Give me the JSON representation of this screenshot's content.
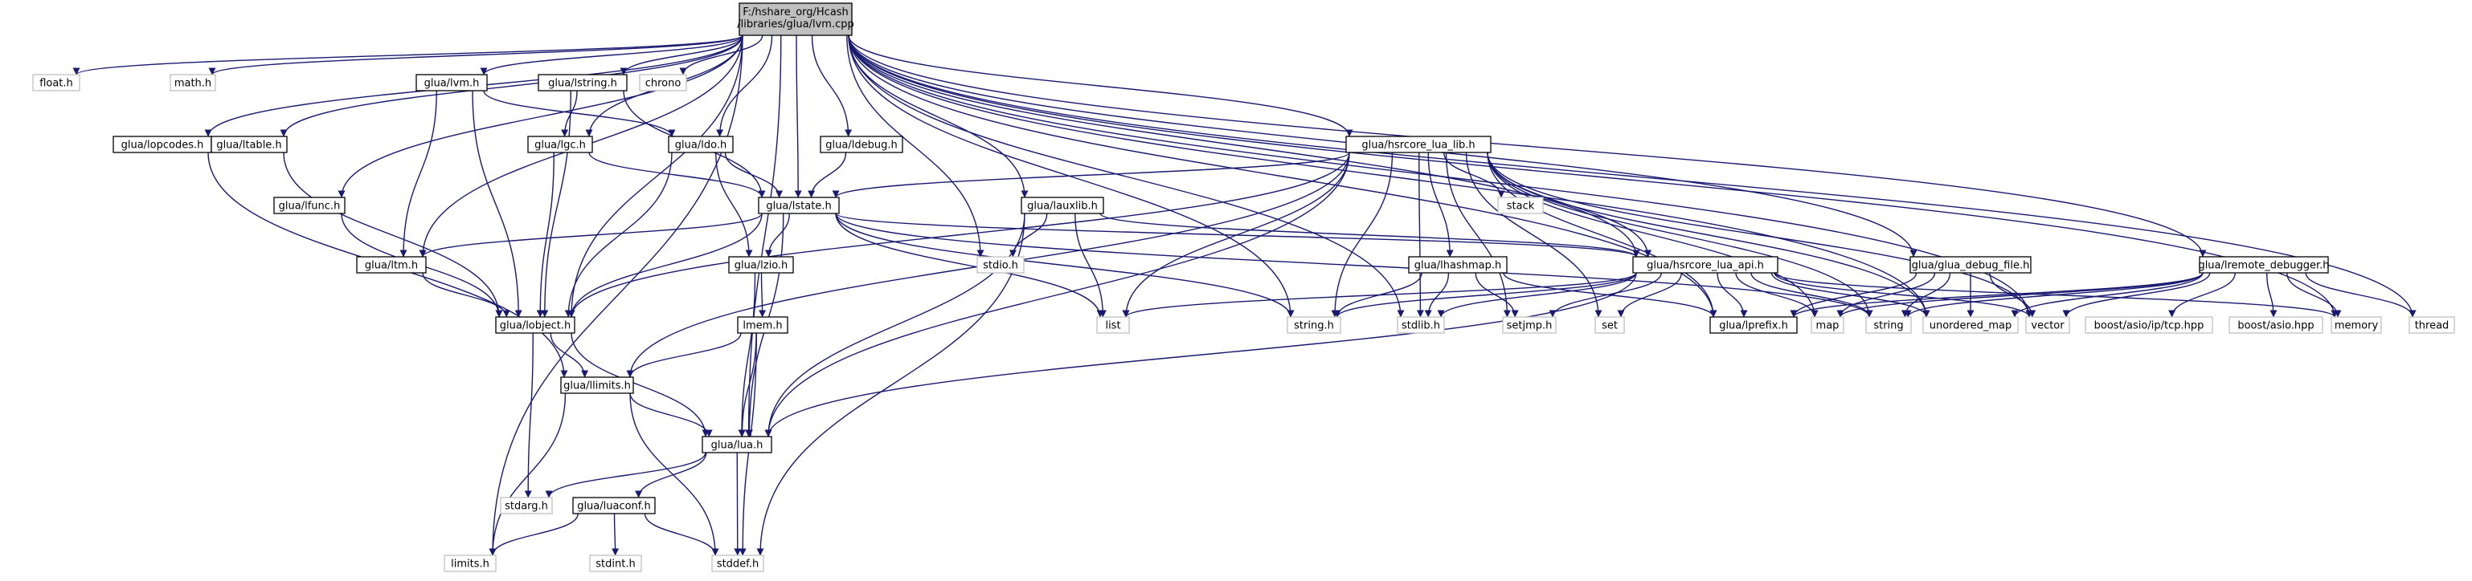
{
  "colors": {
    "edge": "#191970",
    "main_fill": "#bfbfbf",
    "box_border": "#000000",
    "external_border": "#bfbfbf"
  },
  "graph": {
    "nodes": [
      {
        "id": "lvm_cpp",
        "label": "F:/hshare_org/Hcash/libraries/glua/lvm.cpp",
        "kind": "main"
      },
      {
        "id": "float_h",
        "label": "float.h",
        "kind": "external"
      },
      {
        "id": "math_h",
        "label": "math.h",
        "kind": "external"
      },
      {
        "id": "lvm_h",
        "label": "glua/lvm.h",
        "kind": "internal"
      },
      {
        "id": "lstring_h",
        "label": "glua/lstring.h",
        "kind": "internal"
      },
      {
        "id": "chrono",
        "label": "chrono",
        "kind": "external"
      },
      {
        "id": "lopcodes_h",
        "label": "glua/lopcodes.h",
        "kind": "internal"
      },
      {
        "id": "ltable_h",
        "label": "glua/ltable.h",
        "kind": "internal"
      },
      {
        "id": "lgc_h",
        "label": "glua/lgc.h",
        "kind": "internal"
      },
      {
        "id": "ldo_h",
        "label": "glua/ldo.h",
        "kind": "internal"
      },
      {
        "id": "ldebug_h",
        "label": "glua/ldebug.h",
        "kind": "internal"
      },
      {
        "id": "hsrcore_lua_lib_h",
        "label": "glua/hsrcore_lua_lib.h",
        "kind": "internal"
      },
      {
        "id": "lfunc_h",
        "label": "glua/lfunc.h",
        "kind": "internal"
      },
      {
        "id": "lstate_h",
        "label": "glua/lstate.h",
        "kind": "internal"
      },
      {
        "id": "lauxlib_h",
        "label": "glua/lauxlib.h",
        "kind": "internal"
      },
      {
        "id": "stack",
        "label": "stack",
        "kind": "external"
      },
      {
        "id": "ltm_h",
        "label": "glua/ltm.h",
        "kind": "internal"
      },
      {
        "id": "lzio_h",
        "label": "glua/lzio.h",
        "kind": "internal"
      },
      {
        "id": "stdio_h",
        "label": "stdio.h",
        "kind": "external"
      },
      {
        "id": "lhashmap_h",
        "label": "glua/lhashmap.h",
        "kind": "internal"
      },
      {
        "id": "hsrcore_lua_api_h",
        "label": "glua/hsrcore_lua_api.h",
        "kind": "internal"
      },
      {
        "id": "glua_debug_file_h",
        "label": "glua/glua_debug_file.h",
        "kind": "internal"
      },
      {
        "id": "lremote_debugger_h",
        "label": "glua/lremote_debugger.h",
        "kind": "internal"
      },
      {
        "id": "lobject_h",
        "label": "glua/lobject.h",
        "kind": "internal"
      },
      {
        "id": "lmem_h",
        "label": "lmem.h",
        "kind": "internal"
      },
      {
        "id": "list",
        "label": "list",
        "kind": "external"
      },
      {
        "id": "string_h",
        "label": "string.h",
        "kind": "external"
      },
      {
        "id": "stdlib_h",
        "label": "stdlib.h",
        "kind": "external"
      },
      {
        "id": "setjmp_h",
        "label": "setjmp.h",
        "kind": "external"
      },
      {
        "id": "set",
        "label": "set",
        "kind": "external"
      },
      {
        "id": "lprefix_h",
        "label": "glua/lprefix.h",
        "kind": "internal"
      },
      {
        "id": "map",
        "label": "map",
        "kind": "external"
      },
      {
        "id": "string",
        "label": "string",
        "kind": "external"
      },
      {
        "id": "unordered_map",
        "label": "unordered_map",
        "kind": "external"
      },
      {
        "id": "vector",
        "label": "vector",
        "kind": "external"
      },
      {
        "id": "tcp_hpp",
        "label": "boost/asio/ip/tcp.hpp",
        "kind": "external"
      },
      {
        "id": "asio_hpp",
        "label": "boost/asio.hpp",
        "kind": "external"
      },
      {
        "id": "memory",
        "label": "memory",
        "kind": "external"
      },
      {
        "id": "thread",
        "label": "thread",
        "kind": "external"
      },
      {
        "id": "llimits_h",
        "label": "glua/llimits.h",
        "kind": "internal"
      },
      {
        "id": "lua_h",
        "label": "glua/lua.h",
        "kind": "internal"
      },
      {
        "id": "stdarg_h",
        "label": "stdarg.h",
        "kind": "external"
      },
      {
        "id": "luaconf_h",
        "label": "glua/luaconf.h",
        "kind": "internal"
      },
      {
        "id": "limits_h",
        "label": "limits.h",
        "kind": "external"
      },
      {
        "id": "stdint_h",
        "label": "stdint.h",
        "kind": "external"
      },
      {
        "id": "stddef_h",
        "label": "stddef.h",
        "kind": "external"
      }
    ],
    "edges": [
      [
        "lvm_cpp",
        "float_h"
      ],
      [
        "lvm_cpp",
        "math_h"
      ],
      [
        "lvm_cpp",
        "lvm_h"
      ],
      [
        "lvm_cpp",
        "lstring_h"
      ],
      [
        "lvm_cpp",
        "chrono"
      ],
      [
        "lvm_cpp",
        "lopcodes_h"
      ],
      [
        "lvm_cpp",
        "ltable_h"
      ],
      [
        "lvm_cpp",
        "lgc_h"
      ],
      [
        "lvm_cpp",
        "ldo_h"
      ],
      [
        "lvm_cpp",
        "ldebug_h"
      ],
      [
        "lvm_cpp",
        "hsrcore_lua_lib_h"
      ],
      [
        "lvm_cpp",
        "lfunc_h"
      ],
      [
        "lvm_cpp",
        "lstate_h"
      ],
      [
        "lvm_cpp",
        "lauxlib_h"
      ],
      [
        "lvm_cpp",
        "ltm_h"
      ],
      [
        "lvm_cpp",
        "stdio_h"
      ],
      [
        "lvm_cpp",
        "hsrcore_lua_api_h"
      ],
      [
        "lvm_cpp",
        "glua_debug_file_h"
      ],
      [
        "lvm_cpp",
        "lremote_debugger_h"
      ],
      [
        "lvm_cpp",
        "lobject_h"
      ],
      [
        "lvm_cpp",
        "string_h"
      ],
      [
        "lvm_cpp",
        "stdlib_h"
      ],
      [
        "lvm_cpp",
        "lprefix_h"
      ],
      [
        "lvm_cpp",
        "unordered_map"
      ],
      [
        "lvm_cpp",
        "vector"
      ],
      [
        "lvm_cpp",
        "memory"
      ],
      [
        "lvm_cpp",
        "thread"
      ],
      [
        "lvm_cpp",
        "lua_h"
      ],
      [
        "lvm_cpp",
        "limits_h"
      ],
      [
        "lvm_h",
        "ldo_h"
      ],
      [
        "lvm_h",
        "ltm_h"
      ],
      [
        "lvm_h",
        "lobject_h"
      ],
      [
        "lstring_h",
        "lgc_h"
      ],
      [
        "lstring_h",
        "lstate_h"
      ],
      [
        "lstring_h",
        "lobject_h"
      ],
      [
        "lopcodes_h",
        "llimits_h"
      ],
      [
        "ltable_h",
        "lobject_h"
      ],
      [
        "lgc_h",
        "lstate_h"
      ],
      [
        "lgc_h",
        "lobject_h"
      ],
      [
        "ldo_h",
        "lstate_h"
      ],
      [
        "ldo_h",
        "lzio_h"
      ],
      [
        "ldo_h",
        "lobject_h"
      ],
      [
        "ldebug_h",
        "lstate_h"
      ],
      [
        "lfunc_h",
        "lobject_h"
      ],
      [
        "hsrcore_lua_lib_h",
        "lstate_h"
      ],
      [
        "hsrcore_lua_lib_h",
        "stack"
      ],
      [
        "hsrcore_lua_lib_h",
        "lhashmap_h"
      ],
      [
        "hsrcore_lua_lib_h",
        "hsrcore_lua_api_h"
      ],
      [
        "hsrcore_lua_lib_h",
        "lobject_h"
      ],
      [
        "hsrcore_lua_lib_h",
        "llimits_h"
      ],
      [
        "hsrcore_lua_lib_h",
        "list"
      ],
      [
        "hsrcore_lua_lib_h",
        "string_h"
      ],
      [
        "hsrcore_lua_lib_h",
        "stdlib_h"
      ],
      [
        "hsrcore_lua_lib_h",
        "setjmp_h"
      ],
      [
        "hsrcore_lua_lib_h",
        "set"
      ],
      [
        "hsrcore_lua_lib_h",
        "lprefix_h"
      ],
      [
        "hsrcore_lua_lib_h",
        "map"
      ],
      [
        "hsrcore_lua_lib_h",
        "string"
      ],
      [
        "hsrcore_lua_lib_h",
        "vector"
      ],
      [
        "hsrcore_lua_lib_h",
        "lua_h"
      ],
      [
        "hsrcore_lua_lib_h",
        "unordered_map"
      ],
      [
        "lstate_h",
        "ltm_h"
      ],
      [
        "lstate_h",
        "lzio_h"
      ],
      [
        "lstate_h",
        "lobject_h"
      ],
      [
        "lstate_h",
        "list"
      ],
      [
        "lstate_h",
        "string_h"
      ],
      [
        "lstate_h",
        "hsrcore_lua_api_h"
      ],
      [
        "lstate_h",
        "string"
      ],
      [
        "lstate_h",
        "lua_h"
      ],
      [
        "lauxlib_h",
        "stdio_h"
      ],
      [
        "lauxlib_h",
        "list"
      ],
      [
        "lauxlib_h",
        "hsrcore_lua_api_h"
      ],
      [
        "lauxlib_h",
        "lua_h"
      ],
      [
        "lauxlib_h",
        "stddef_h"
      ],
      [
        "ltm_h",
        "lobject_h"
      ],
      [
        "lzio_h",
        "lmem_h"
      ],
      [
        "lzio_h",
        "lua_h"
      ],
      [
        "lhashmap_h",
        "string_h"
      ],
      [
        "lhashmap_h",
        "stdlib_h"
      ],
      [
        "lhashmap_h",
        "setjmp_h"
      ],
      [
        "lhashmap_h",
        "lprefix_h"
      ],
      [
        "hsrcore_lua_api_h",
        "list"
      ],
      [
        "hsrcore_lua_api_h",
        "string_h"
      ],
      [
        "hsrcore_lua_api_h",
        "stdlib_h"
      ],
      [
        "hsrcore_lua_api_h",
        "setjmp_h"
      ],
      [
        "hsrcore_lua_api_h",
        "set"
      ],
      [
        "hsrcore_lua_api_h",
        "lprefix_h"
      ],
      [
        "hsrcore_lua_api_h",
        "map"
      ],
      [
        "hsrcore_lua_api_h",
        "string"
      ],
      [
        "hsrcore_lua_api_h",
        "unordered_map"
      ],
      [
        "hsrcore_lua_api_h",
        "vector"
      ],
      [
        "hsrcore_lua_api_h",
        "memory"
      ],
      [
        "hsrcore_lua_api_h",
        "lua_h"
      ],
      [
        "glua_debug_file_h",
        "lprefix_h"
      ],
      [
        "glua_debug_file_h",
        "map"
      ],
      [
        "glua_debug_file_h",
        "string"
      ],
      [
        "glua_debug_file_h",
        "unordered_map"
      ],
      [
        "glua_debug_file_h",
        "vector"
      ],
      [
        "lremote_debugger_h",
        "lprefix_h"
      ],
      [
        "lremote_debugger_h",
        "string"
      ],
      [
        "lremote_debugger_h",
        "unordered_map"
      ],
      [
        "lremote_debugger_h",
        "vector"
      ],
      [
        "lremote_debugger_h",
        "tcp_hpp"
      ],
      [
        "lremote_debugger_h",
        "asio_hpp"
      ],
      [
        "lremote_debugger_h",
        "memory"
      ],
      [
        "lremote_debugger_h",
        "thread"
      ],
      [
        "lremote_debugger_h",
        "map"
      ],
      [
        "lobject_h",
        "llimits_h"
      ],
      [
        "lobject_h",
        "lua_h"
      ],
      [
        "lobject_h",
        "stdarg_h"
      ],
      [
        "lmem_h",
        "llimits_h"
      ],
      [
        "lmem_h",
        "lua_h"
      ],
      [
        "lmem_h",
        "stddef_h"
      ],
      [
        "llimits_h",
        "lua_h"
      ],
      [
        "llimits_h",
        "limits_h"
      ],
      [
        "llimits_h",
        "stddef_h"
      ],
      [
        "lua_h",
        "stdarg_h"
      ],
      [
        "lua_h",
        "luaconf_h"
      ],
      [
        "lua_h",
        "stddef_h"
      ],
      [
        "luaconf_h",
        "limits_h"
      ],
      [
        "luaconf_h",
        "stdint_h"
      ],
      [
        "luaconf_h",
        "stddef_h"
      ]
    ]
  }
}
